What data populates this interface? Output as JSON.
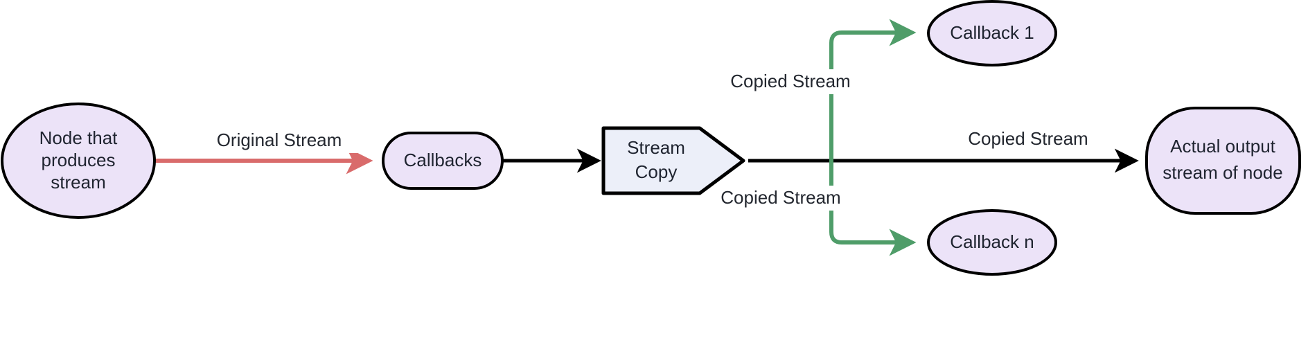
{
  "diagram": {
    "type": "flowchart",
    "title": "Stream copy flow",
    "background": "#ffffff",
    "colors": {
      "node_fill": "#ECE3F8",
      "node_stroke": "#000000",
      "process_fill": "#ECEFF9",
      "edge_black": "#000000",
      "edge_red": "#D96B6B",
      "edge_green": "#4F9D69",
      "text": "#1f2430"
    },
    "nodes": [
      {
        "id": "producer",
        "shape": "ellipse",
        "lines": [
          "Node that",
          "produces",
          "stream"
        ]
      },
      {
        "id": "callbacks",
        "shape": "stadium",
        "lines": [
          "Callbacks"
        ]
      },
      {
        "id": "streamcopy",
        "shape": "pentagon",
        "lines": [
          "Stream",
          "Copy"
        ]
      },
      {
        "id": "callback1",
        "shape": "ellipse",
        "lines": [
          "Callback 1"
        ]
      },
      {
        "id": "callbackn",
        "shape": "ellipse",
        "lines": [
          "Callback n"
        ]
      },
      {
        "id": "output",
        "shape": "stadium",
        "lines": [
          "Actual output",
          "stream of node"
        ]
      }
    ],
    "edges": [
      {
        "id": "e1",
        "from": "producer",
        "to": "callbacks",
        "label": "Original Stream",
        "color": "#D96B6B"
      },
      {
        "id": "e2",
        "from": "callbacks",
        "to": "streamcopy",
        "label": "",
        "color": "#000000"
      },
      {
        "id": "e3",
        "from": "streamcopy",
        "to": "callback1",
        "label": "Copied Stream",
        "color": "#4F9D69"
      },
      {
        "id": "e4",
        "from": "streamcopy",
        "to": "callbackn",
        "label": "Copied Stream",
        "color": "#4F9D69"
      },
      {
        "id": "e5",
        "from": "streamcopy",
        "to": "output",
        "label": "Copied Stream",
        "color": "#000000"
      }
    ],
    "labels": {
      "producer_l1": "Node that",
      "producer_l2": "produces",
      "producer_l3": "stream",
      "callbacks": "Callbacks",
      "streamcopy_l1": "Stream",
      "streamcopy_l2": "Copy",
      "callback1": "Callback 1",
      "callbackn": "Callback n",
      "output_l1": "Actual output",
      "output_l2": "stream of node",
      "edge_original_stream": "Original Stream",
      "edge_copied_stream_top": "Copied Stream",
      "edge_copied_stream_middle": "Copied Stream",
      "edge_copied_stream_bottom": "Copied Stream"
    }
  }
}
